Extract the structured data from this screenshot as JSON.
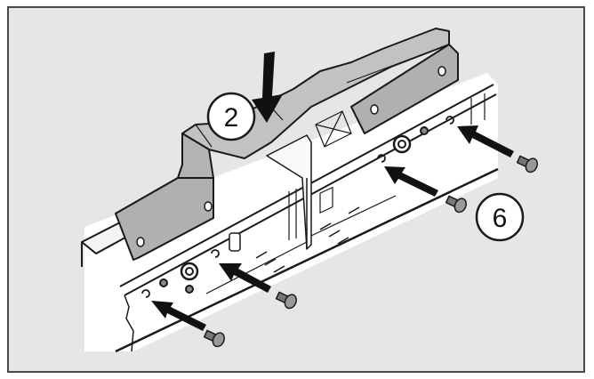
{
  "figure": {
    "description": "Installation diagram: bracket placed down onto rail, secured with screws",
    "background_color": "#e6e6e6",
    "border_color": "#4a4a4a",
    "bracket_color": "#b9b9b9"
  },
  "callouts": [
    {
      "id": "2",
      "label": "2",
      "target": "bracket",
      "action": "press down"
    },
    {
      "id": "6",
      "label": "6",
      "target": "screws",
      "count": 4
    }
  ],
  "icons": {
    "down_arrow": "down-arrow-icon",
    "insert_arrow": "insert-arrow-icon",
    "screw": "screw-icon"
  }
}
